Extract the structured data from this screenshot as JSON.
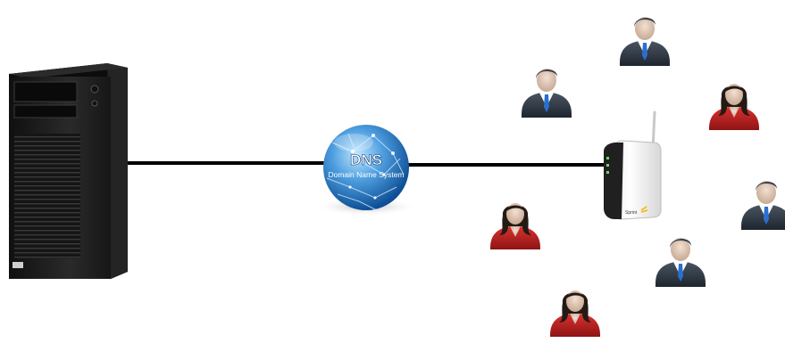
{
  "globe": {
    "title": "DNS",
    "subtitle": "Domain Name System"
  },
  "router": {
    "brand_label": "Sprint"
  },
  "users": [
    {
      "type": "man"
    },
    {
      "type": "man"
    },
    {
      "type": "woman"
    },
    {
      "type": "woman"
    },
    {
      "type": "man"
    },
    {
      "type": "man"
    },
    {
      "type": "woman"
    }
  ],
  "colors": {
    "server_body": "#1b1b1b",
    "link_line": "#000000",
    "globe_blue": "#2f7fc8",
    "suit": "#2c3440",
    "tie": "#2a6fd0",
    "woman_top": "#b3201f"
  }
}
